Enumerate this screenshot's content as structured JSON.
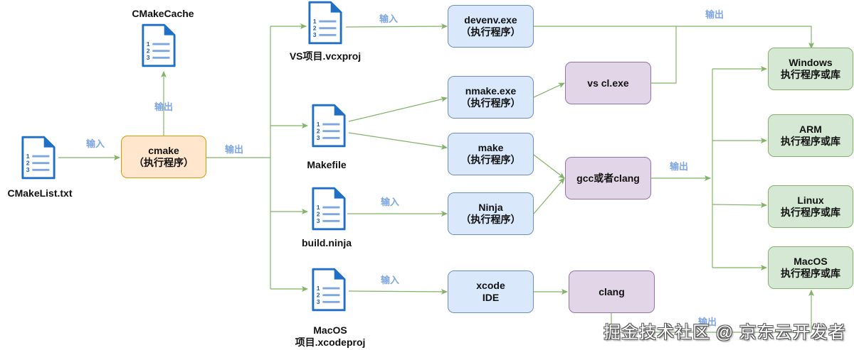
{
  "documents": {
    "cmakelist": "CMakeList.txt",
    "cmakecache": "CMakeCache",
    "vcxproj": "VS项目.vcxproj",
    "makefile": "Makefile",
    "ninja": "build.ninja",
    "xcodeproj_line1": "MacOS",
    "xcodeproj_line2": "项目.xcodeproj"
  },
  "doc_icon_numbers": [
    "1",
    "2",
    "3"
  ],
  "nodes": {
    "cmake": {
      "title": "cmake",
      "subtitle": "（执行程序）"
    },
    "devenv": {
      "title": "devenv.exe",
      "subtitle": "（执行程序）"
    },
    "nmake": {
      "title": "nmake.exe",
      "subtitle": "（执行程序）"
    },
    "make": {
      "title": "make",
      "subtitle": "（执行程序）"
    },
    "ninja": {
      "title": "Ninja",
      "subtitle": "（执行程序）"
    },
    "xcode": {
      "title": "xcode",
      "subtitle": "IDE"
    },
    "vscl": {
      "title": "vs cl.exe"
    },
    "gcc": {
      "title": "gcc或者clang"
    },
    "clang": {
      "title": "clang"
    },
    "windows": {
      "title": "Windows",
      "subtitle": "执行程序或库"
    },
    "arm": {
      "title": "ARM",
      "subtitle": "执行程序或库"
    },
    "linux": {
      "title": "Linux",
      "subtitle": "执行程序或库"
    },
    "macos": {
      "title": "MacOS",
      "subtitle": "执行程序或库"
    }
  },
  "edge_labels": {
    "input_cmake": "输入",
    "output_cache": "输出",
    "output_cmake": "输出",
    "input_devenv": "输入",
    "output_windows": "输出",
    "input_ninja": "输入",
    "input_xcode": "输入",
    "output_gcc": "输出",
    "output_clang": "输出"
  },
  "colors": {
    "edge": "#82b366",
    "label": "#7ea6e0",
    "doc_blue": "#1f6fc5"
  },
  "watermark": "掘金技术社区 @ 京东云开发者"
}
